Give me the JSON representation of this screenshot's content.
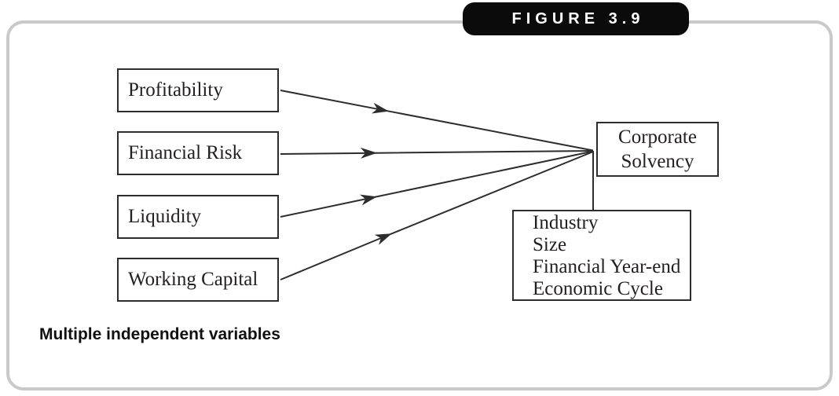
{
  "figure": {
    "badge_label": "FIGURE 3.9",
    "caption": "Multiple independent variables"
  },
  "independent_variables": [
    {
      "label": "Profitability"
    },
    {
      "label": "Financial Risk"
    },
    {
      "label": "Liquidity"
    },
    {
      "label": "Working Capital"
    }
  ],
  "dependent_variable": {
    "label": "Corporate Solvency"
  },
  "control_factors": {
    "items": [
      "Industry",
      "Size",
      "Financial Year-end",
      "Economic Cycle"
    ]
  },
  "colors": {
    "frame_border": "#c9c9c9",
    "badge_background": "#0b0b0b",
    "badge_text": "#ffffff",
    "line": "#2d2d2d",
    "text": "#231f20"
  }
}
